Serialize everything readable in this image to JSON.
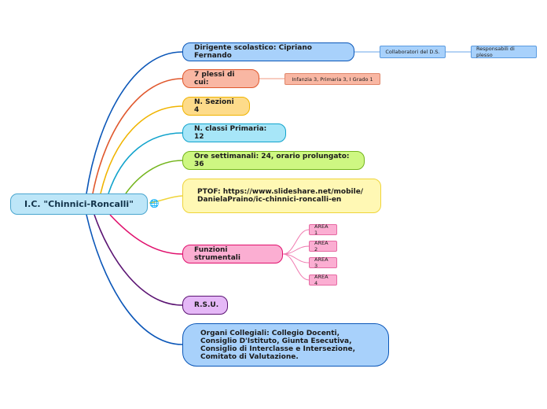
{
  "root": {
    "label": "I.C. \"Chinnici-Roncalli\"",
    "link_icon": "globe-icon"
  },
  "branches": [
    {
      "label": "Dirigente scolastico: Cipriano Fernando",
      "color": "#0a56b8",
      "fill": "#a8d1fb"
    },
    {
      "label": "7 plessi di cui:",
      "color": "#e0582d",
      "fill": "#f9b7a3"
    },
    {
      "label": "N. Sezioni 4",
      "color": "#f0b400",
      "fill": "#fddb8a"
    },
    {
      "label": "N. classi Primaria: 12",
      "color": "#11a3cc",
      "fill": "#a7e6f8"
    },
    {
      "label": "Ore settimanali: 24, orario prolungato: 36",
      "color": "#74b51d",
      "fill": "#cef782"
    },
    {
      "label": "PTOF: https://www.slideshare.net/mobile/DanielaPraino/ic-chinnici-roncalli-en",
      "color": "#efd43a",
      "fill": "#fff8b4"
    },
    {
      "label": "Funzioni strumentali",
      "color": "#e0106d",
      "fill": "#fbaed2"
    },
    {
      "label": "R.S.U.",
      "color": "#5b1473",
      "fill": "#e5b8f7"
    },
    {
      "label": "Organi Collegiali: Collegio Docenti, Consiglio D'Istituto, Giunta Esecutiva, Consiglio di Interclasse e Intersezione, Comitato di Valutazione.",
      "color": "#0a56b8",
      "fill": "#a8d1fb"
    }
  ],
  "sub_nodes": {
    "collaboratori": "Collaboratori del D.S.",
    "responsabili": "Responsabili di plesso",
    "plessi": "Infanzia 3, Primaria 3, I Grado 1",
    "aree": [
      "AREA 1",
      "AREA 2",
      "AREA 3",
      "AREA 4"
    ]
  }
}
